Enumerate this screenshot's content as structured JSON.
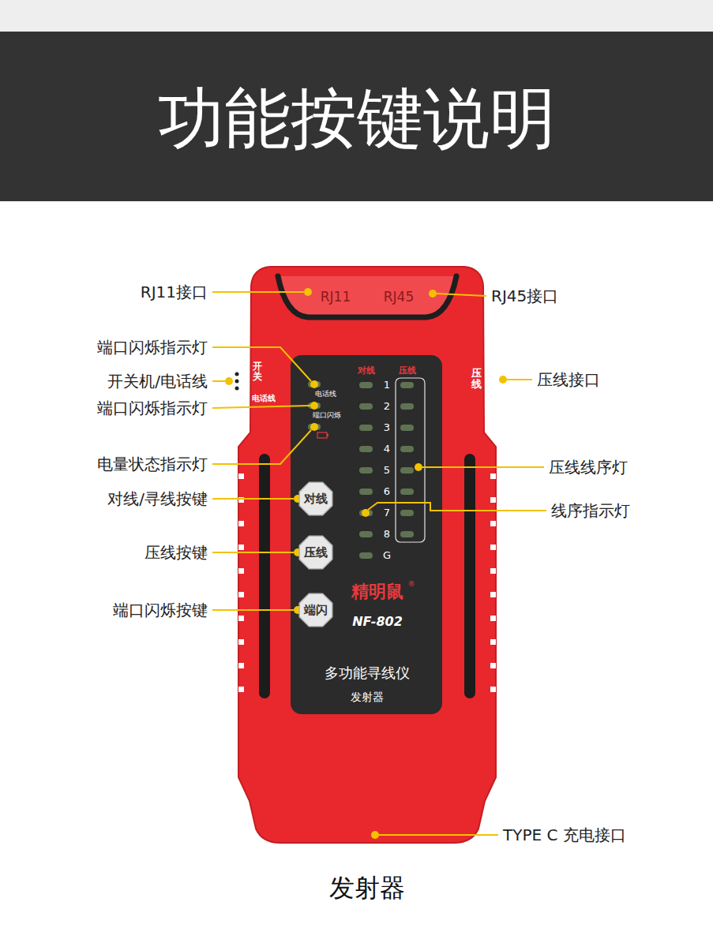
{
  "diagram": {
    "title": "功能按键说明",
    "caption": "发射器",
    "nodes": [
      {
        "text": [
          "对线"
        ]
      },
      {
        "text": [
          "压线"
        ]
      },
      {
        "text": [
          "端闪"
        ]
      }
    ],
    "labels": [
      "RJ11接口",
      "端口闪烁指示灯",
      "开关机/电话线",
      "端口闪烁指示灯",
      "电量状态指示灯",
      "对线/寻线按键",
      "压线按键",
      "端口闪烁按键",
      "RJ45接口",
      "压线接口",
      "压线线序灯",
      "线序指示灯",
      "TYPE C 充电接口",
      "RJ11",
      "RJ45",
      "开关",
      "电话线",
      "压线",
      "电话线",
      "端口闪烁",
      "对线",
      "压线",
      "1",
      "2",
      "3",
      "4",
      "5",
      "6",
      "7",
      "8",
      "G",
      "精明鼠",
      "®",
      "NF-802",
      "多功能寻线仪",
      "发射器"
    ]
  }
}
